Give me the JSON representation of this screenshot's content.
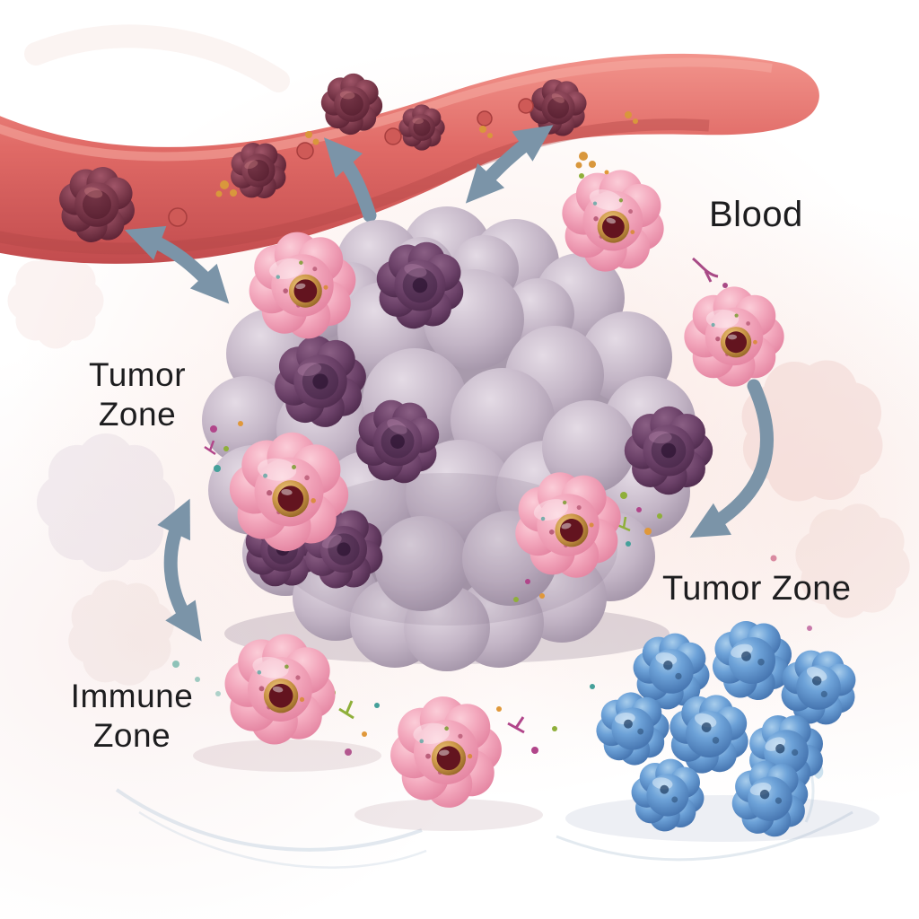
{
  "figure": {
    "kind": "medical-illustration",
    "subject": "tumor microenvironment with blood vessel, tumor mass, immune zone"
  },
  "labels": {
    "blood": "Blood",
    "tumor_zone_left": "Tumor Zone",
    "tumor_zone_right": "Tumor Zone",
    "immune_zone": "Immune Zone"
  },
  "entities": {
    "blood_vessel": {
      "color": "#d65b5b"
    },
    "circulating_tumor_cells": {
      "count": 5,
      "color": "#7c3a4c"
    },
    "tumor_mass": {
      "color": "#b3a4b6"
    },
    "tumor_cells_on_mass": {
      "count": 6,
      "color": "#6b4168"
    },
    "pink_immune_cells": {
      "count": 7,
      "color": "#f3a8bd",
      "nucleus_color": "#63141f",
      "nucleus_ring_color": "#cf9a4a"
    },
    "blue_immune_cells": {
      "count": 8,
      "color": "#6da2d8"
    },
    "arrows": {
      "count": 5,
      "color": "#7b94a8"
    },
    "label_text_color": "#1d1d1f"
  }
}
